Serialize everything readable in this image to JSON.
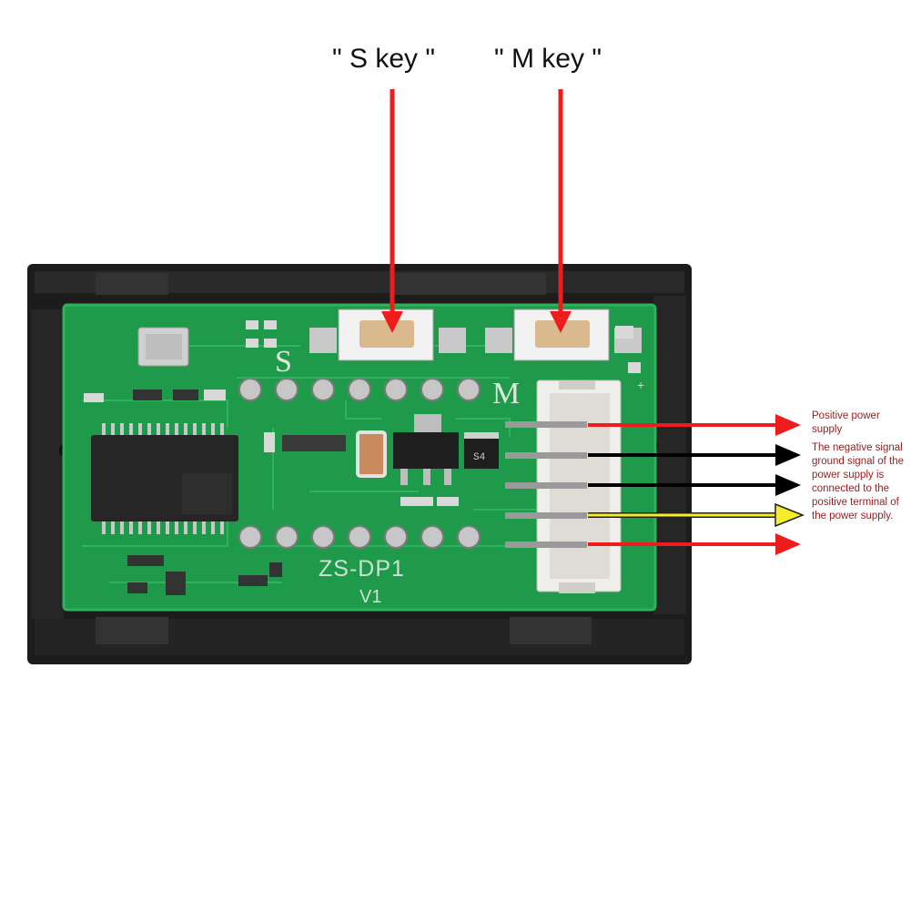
{
  "labels": {
    "s_key": "\" S key \"",
    "m_key": "\" M key \""
  },
  "pin_notes": {
    "note_1": "Positive power supply",
    "note_2": "The negative signal ground signal of the power supply is connected to the positive terminal of the power supply."
  },
  "board_text": {
    "s_mark": "S",
    "m_mark": "M",
    "model": "ZS-DP1",
    "version": "V1",
    "plus_mark": "+",
    "diode_mark": "S4"
  },
  "colors": {
    "arrow_red": "#ee1c1c",
    "arrow_black": "#000000",
    "arrow_yellow": "#f5ec2a",
    "pcb_green": "#1f9a4a",
    "case_black": "#1c1c1c",
    "note_text": "#9a1c1c"
  }
}
